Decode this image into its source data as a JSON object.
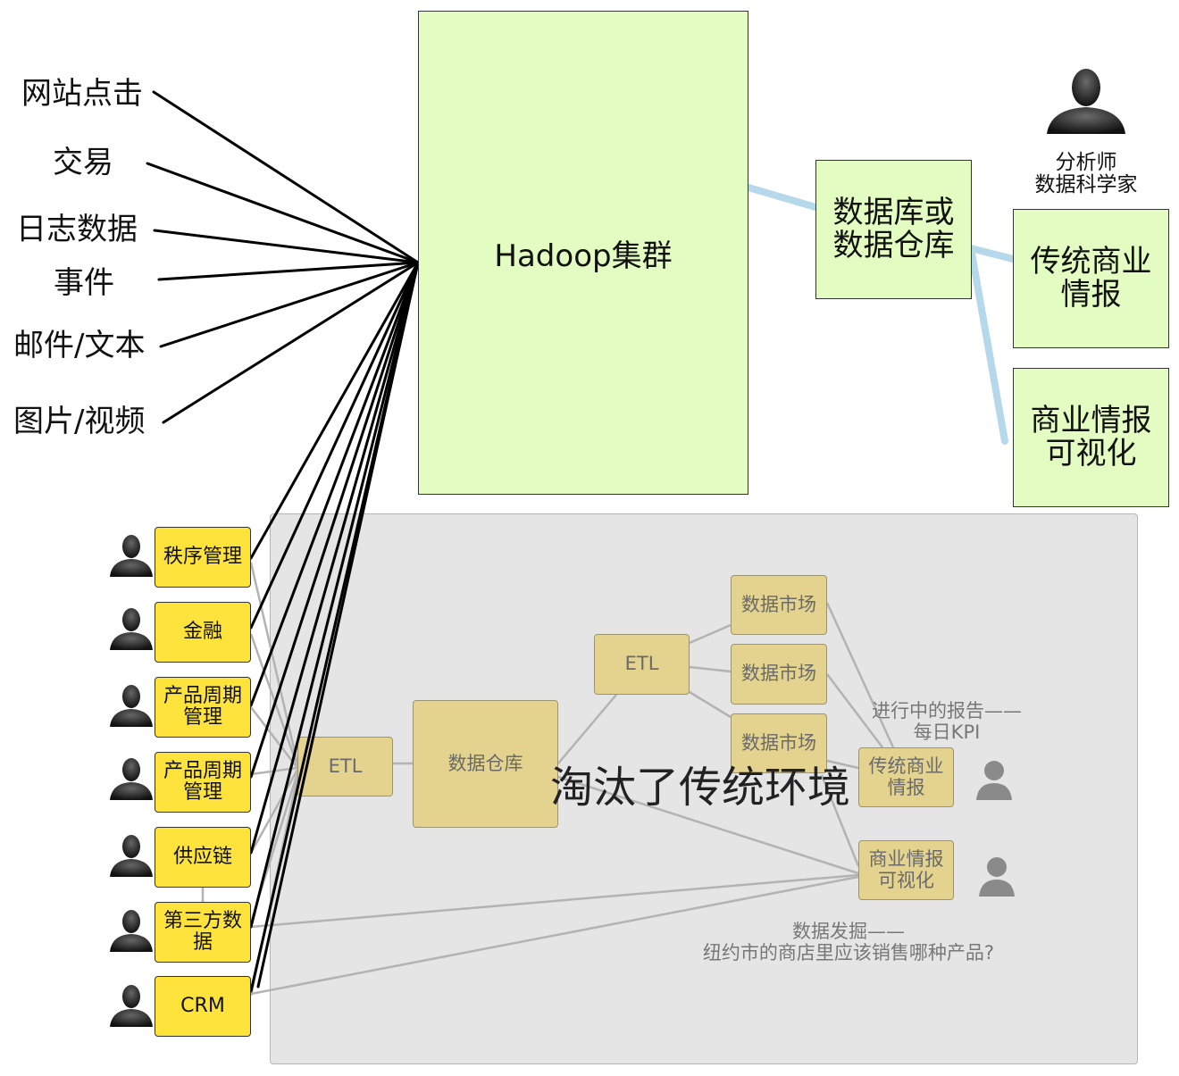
{
  "sources": {
    "web_clicks": "网站点击",
    "transactions": "交易",
    "log_data": "日志数据",
    "events": "事件",
    "mail_text": "邮件/文本",
    "image_video": "图片/视频"
  },
  "hadoop": {
    "label": "Hadoop集群"
  },
  "warehouse": {
    "label": "数据库或\n数据仓库"
  },
  "analyst": {
    "label": "分析师\n数据科学家"
  },
  "bi": {
    "traditional": "传统商业\n情报",
    "visualization": "商业情报\n可视化"
  },
  "systems": {
    "order_mgmt": "秩序管理",
    "finance": "金融",
    "plm_1": "产品周期\n管理",
    "plm_2": "产品周期\n管理",
    "supply_chain": "供应链",
    "third_party": "第三方数\n据",
    "crm": "CRM"
  },
  "legacy": {
    "etl_main": "ETL",
    "data_warehouse": "数据仓库",
    "etl_secondary": "ETL",
    "mart_1": "数据市场",
    "mart_2": "数据市场",
    "mart_3": "数据市场",
    "bi_traditional": "传统商业\n情报",
    "bi_visualization": "商业情报\n可视化",
    "report_note": "进行中的报告——\n每日KPI",
    "mining_note": "数据发掘——\n纽约市的商店里应该销售哪种产品?",
    "stamp": "淘汰了传统环境"
  },
  "colors": {
    "hadoop_green": "#e2fcc2",
    "system_yellow": "#fde33b",
    "legacy_tan": "#e3d38f",
    "legacy_panel": "#e5e5e5",
    "connector_blue": "#b5d8ea"
  }
}
